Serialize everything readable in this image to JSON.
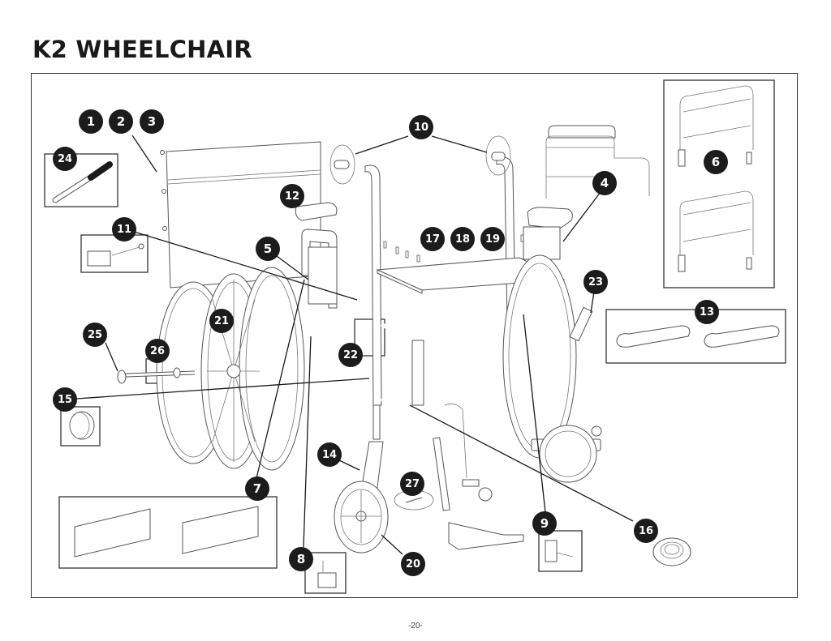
{
  "page": {
    "title": "K2 WHEELCHAIR",
    "page_number": "-20-"
  },
  "callouts": [
    {
      "id": "1",
      "label": "1"
    },
    {
      "id": "2",
      "label": "2"
    },
    {
      "id": "3",
      "label": "3"
    },
    {
      "id": "4",
      "label": "4"
    },
    {
      "id": "5",
      "label": "5"
    },
    {
      "id": "6",
      "label": "6"
    },
    {
      "id": "7",
      "label": "7"
    },
    {
      "id": "8",
      "label": "8"
    },
    {
      "id": "9",
      "label": "9"
    },
    {
      "id": "10",
      "label": "10"
    },
    {
      "id": "11",
      "label": "11"
    },
    {
      "id": "12",
      "label": "12"
    },
    {
      "id": "13",
      "label": "13"
    },
    {
      "id": "14",
      "label": "14"
    },
    {
      "id": "15",
      "label": "15"
    },
    {
      "id": "16",
      "label": "16"
    },
    {
      "id": "17",
      "label": "17"
    },
    {
      "id": "18",
      "label": "18"
    },
    {
      "id": "19",
      "label": "19"
    },
    {
      "id": "20",
      "label": "20"
    },
    {
      "id": "21",
      "label": "21"
    },
    {
      "id": "22",
      "label": "22"
    },
    {
      "id": "23",
      "label": "23"
    },
    {
      "id": "24",
      "label": "24"
    },
    {
      "id": "25",
      "label": "25"
    },
    {
      "id": "26",
      "label": "26"
    },
    {
      "id": "27",
      "label": "27"
    }
  ],
  "parts": {
    "back_upholstery": "back-upholstery-icon",
    "touch_up_pen": "touch-up-pen-icon",
    "armrest_pad": "armrest-pad-icon",
    "desk_arm": "desk-arm-icon",
    "full_arm": "full-arm-icon",
    "arm_pads": "arm-pads-icon",
    "seat_upholstery": "seat-upholstery-icon",
    "rear_wheel": "rear-wheel-icon",
    "caster_fork": "caster-fork-icon",
    "caster_wheel": "caster-wheel-icon",
    "footrest": "footrest-icon",
    "bearing": "bearing-icon",
    "side_panels": "side-panels-icon",
    "hand_grips": "hand-grips-icon",
    "axle": "axle-icon",
    "hub_cap": "hub-cap-icon"
  }
}
